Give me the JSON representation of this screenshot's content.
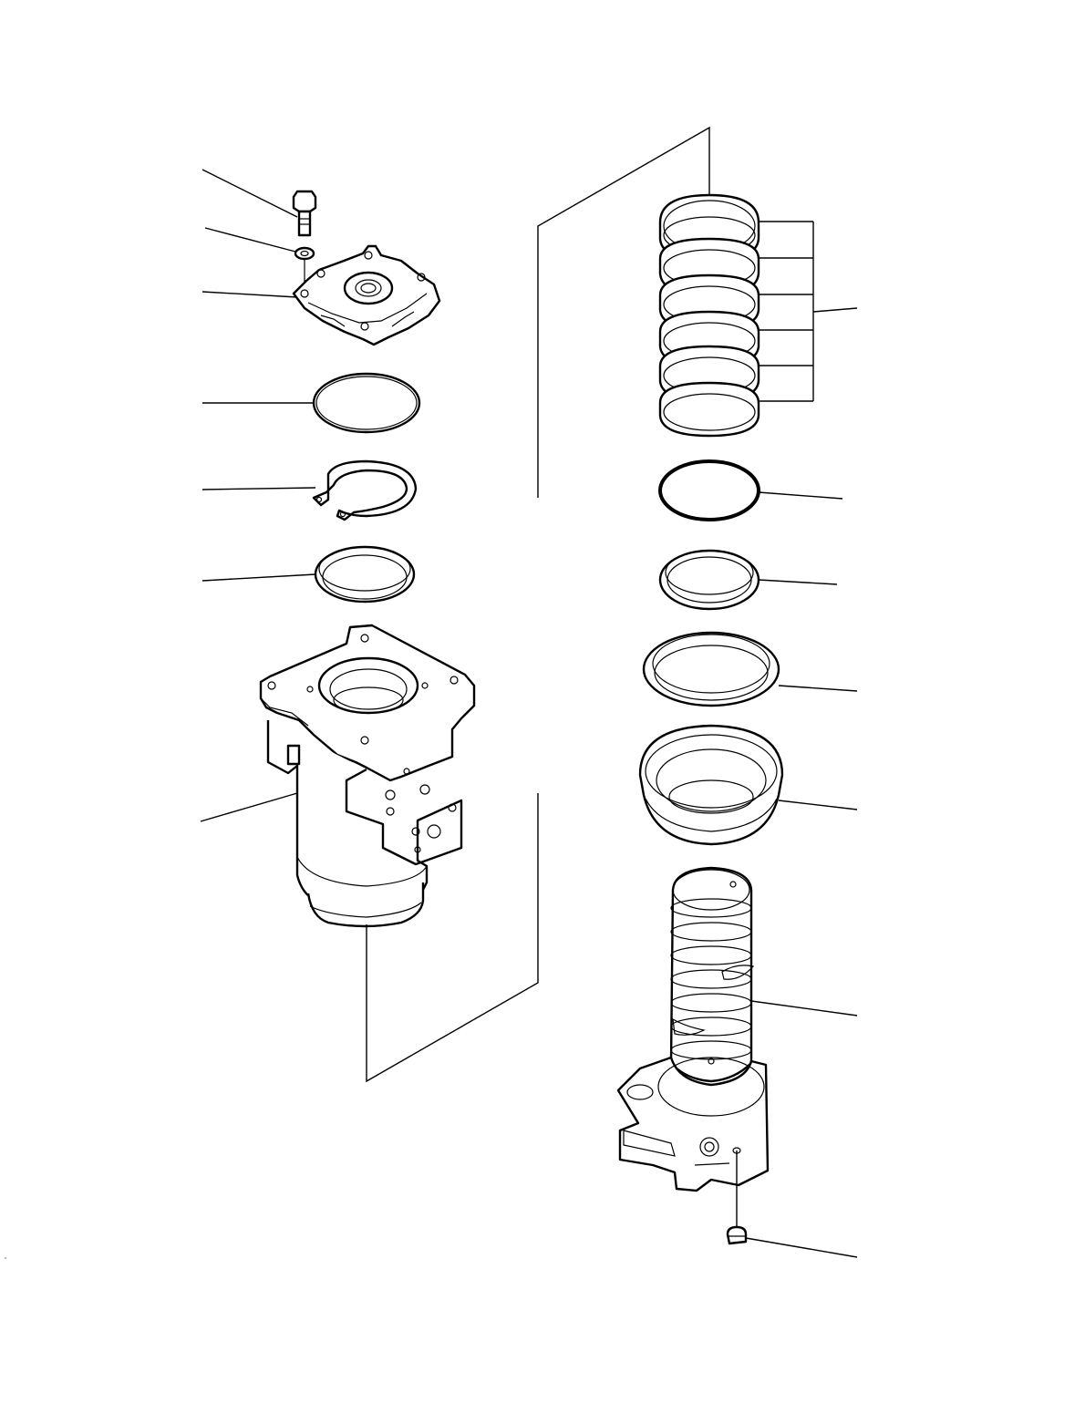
{
  "diagram": {
    "kind": "exploded-parts-view",
    "colors": {
      "line": "#000000",
      "background": "#ffffff"
    },
    "parts": [
      {
        "id": "bolt",
        "label": ""
      },
      {
        "id": "washer",
        "label": ""
      },
      {
        "id": "cover",
        "label": ""
      },
      {
        "id": "o-ring",
        "label": ""
      },
      {
        "id": "snap-ring",
        "label": ""
      },
      {
        "id": "seal-left",
        "label": ""
      },
      {
        "id": "rotor-housing",
        "label": ""
      },
      {
        "id": "ring-seal-stack",
        "label": ""
      },
      {
        "id": "o-ring-right",
        "label": ""
      },
      {
        "id": "ring-right",
        "label": ""
      },
      {
        "id": "seal-ring-large",
        "label": ""
      },
      {
        "id": "dust-seal",
        "label": ""
      },
      {
        "id": "shaft",
        "label": ""
      },
      {
        "id": "plug",
        "label": ""
      }
    ]
  }
}
